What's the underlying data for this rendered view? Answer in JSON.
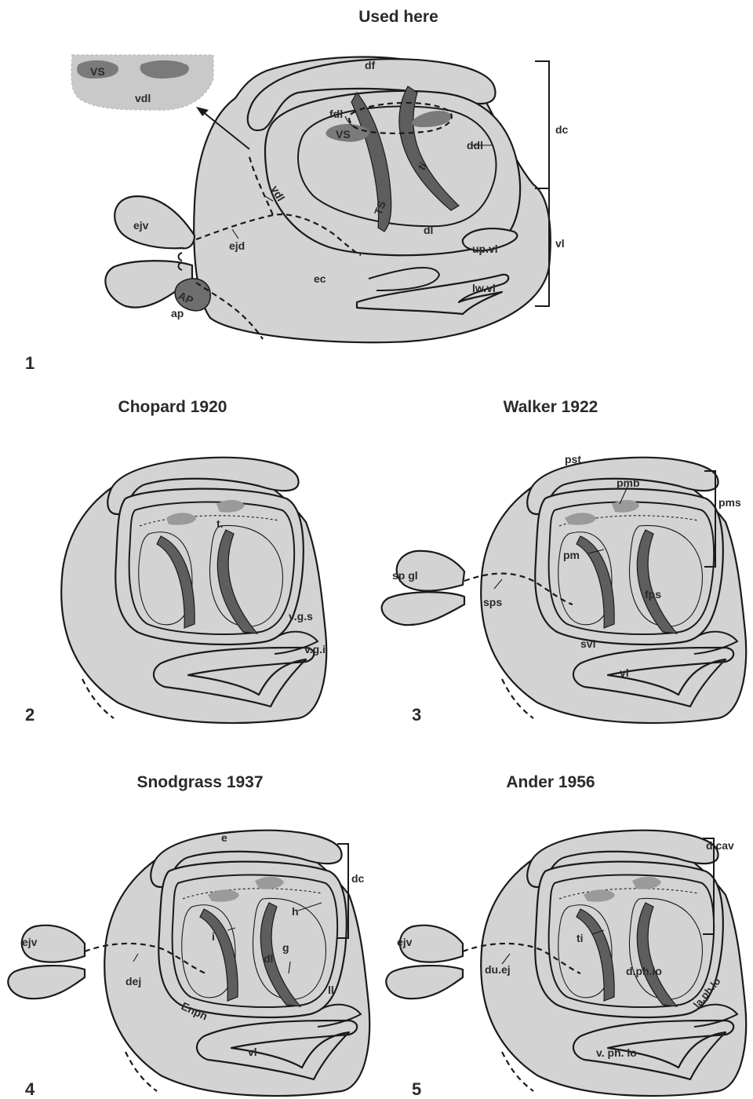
{
  "panel1": {
    "title": "Used here",
    "number": "1",
    "labels": {
      "df": "df",
      "fdl": "fdl",
      "vs_main": "VS",
      "ddl": "ddl",
      "ti": "ti",
      "ts": "TS",
      "dl": "dl",
      "vdl": "vdl",
      "ejv": "ejv",
      "ejd": "ejd",
      "ec": "ec",
      "ap_big": "AP",
      "ap_small": "ap",
      "upvl": "up.vl",
      "lwvl": "lw.vl",
      "dc": "dc",
      "vl": "vl"
    },
    "inset": {
      "vs": "VS",
      "vdl": "vdl"
    }
  },
  "panel2": {
    "title": "Chopard 1920",
    "number": "2",
    "labels": {
      "t": "t.",
      "vgs": "v.g.s",
      "vgi": "v.g.i"
    }
  },
  "panel3": {
    "title": "Walker 1922",
    "number": "3",
    "labels": {
      "pst": "pst",
      "pmb": "pmb",
      "pms": "pms",
      "pm": "pm",
      "fps": "fps",
      "spgl": "sp gl",
      "sps": "sps",
      "svl": "svl",
      "vl": "vl"
    }
  },
  "panel4": {
    "title": "Snodgrass 1937",
    "number": "4",
    "labels": {
      "e": "e",
      "dc": "dc",
      "h": "h",
      "i": "i",
      "dl": "dl",
      "g": "g",
      "ejv": "ejv",
      "dej": "dej",
      "enph": "Enph",
      "ll": "ll",
      "vl": "vl"
    }
  },
  "panel5": {
    "title": "Ander 1956",
    "number": "5",
    "labels": {
      "dcav": "d.cav",
      "ti": "ti",
      "dphlo": "d.ph.lo",
      "ejv": "ejv",
      "duej": "du.ej",
      "laphlo": "la.ph.lo",
      "vphlo": "v. ph. lo"
    }
  }
}
